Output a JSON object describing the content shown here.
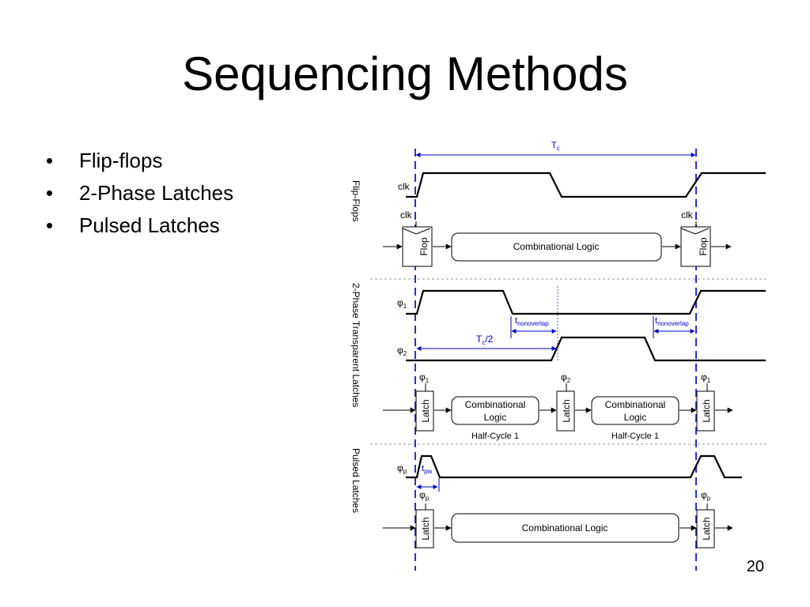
{
  "slide": {
    "title": "Sequencing Methods",
    "bullets": [
      "Flip-flops",
      "2-Phase Latches",
      "Pulsed Latches"
    ],
    "number": "20"
  },
  "colors": {
    "annotation": "#0000cc",
    "guide": "#2233cc",
    "signal": "#000000",
    "separator": "#999999"
  },
  "diagram": {
    "section_labels": {
      "flipflops": "Flip-Flops",
      "twophase": "2-Phase Transparent Latches",
      "pulsed": "Pulsed Latches"
    },
    "tc": "T",
    "tc_sub": "c",
    "tc_half": "T",
    "tc_half_sub": "c",
    "tc_half_suffix": "/2",
    "t_prefix": "t",
    "nonoverlap_sub": "nonoverlap",
    "pw_sub": "pw",
    "phi": "φ",
    "phi1_sub": "1",
    "phi2_sub": "2",
    "phip_sub": "p",
    "clk": "clk",
    "flop": "Flop",
    "latch": "Latch",
    "comb_logic": "Combinational Logic",
    "comb_line1": "Combinational",
    "comb_line2": "Logic",
    "half_cycle": "Half-Cycle 1"
  }
}
